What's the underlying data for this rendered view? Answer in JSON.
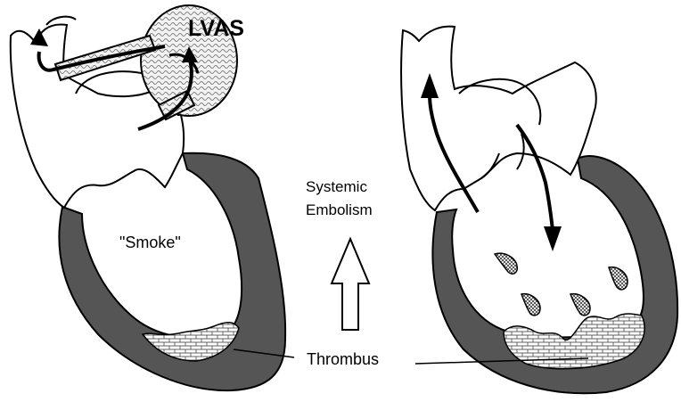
{
  "labels": {
    "device": "LVAS",
    "smoke": "\"Smoke\"",
    "embolism_line1": "Systemic",
    "embolism_line2": "Embolism",
    "thrombus": "Thrombus"
  },
  "colors": {
    "myocardium": "#555555",
    "outline": "#000000",
    "background": "#ffffff"
  }
}
